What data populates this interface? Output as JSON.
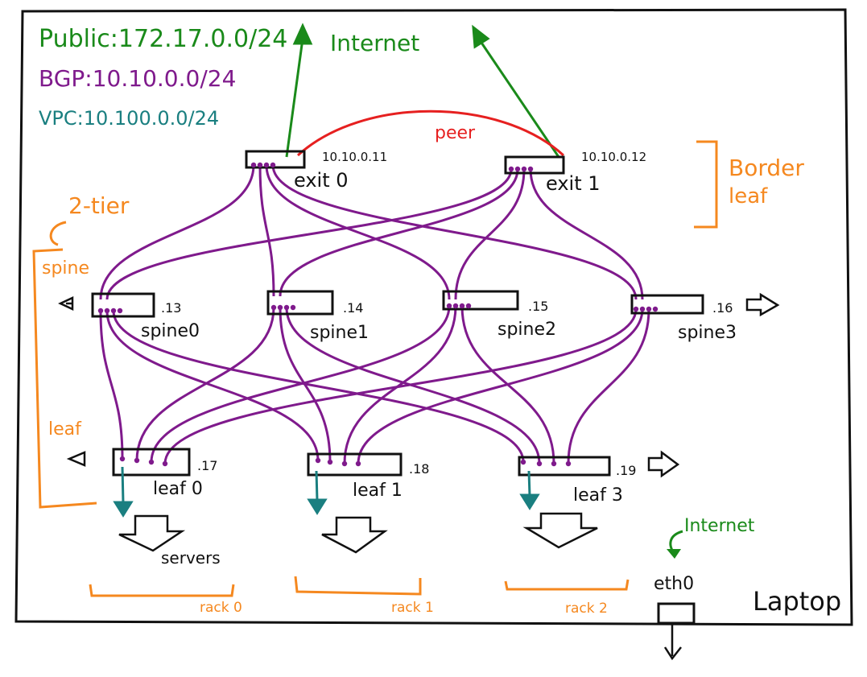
{
  "legend": {
    "public": "Public:172.17.0.0/24",
    "bgp": "BGP:10.10.0.0/24",
    "vpc": "VPC:10.100.0.0/24"
  },
  "internet_label": "Internet",
  "peer_label": "peer",
  "border_leaf": {
    "line1": "Border",
    "line2": "leaf"
  },
  "tier_label": "2-tier",
  "spine_label": "spine",
  "leaf_label": "leaf",
  "exits": [
    {
      "name": "exit 0",
      "ip": "10.10.0.11"
    },
    {
      "name": "exit 1",
      "ip": "10.10.0.12"
    }
  ],
  "spines": [
    {
      "name": "spine0",
      "ip": ".13"
    },
    {
      "name": "spine1",
      "ip": ".14"
    },
    {
      "name": "spine2",
      "ip": ".15"
    },
    {
      "name": "spine3",
      "ip": ".16"
    }
  ],
  "leaves": [
    {
      "name": "leaf 0",
      "ip": ".17"
    },
    {
      "name": "leaf 1",
      "ip": ".18"
    },
    {
      "name": "leaf 3",
      "ip": ".19"
    }
  ],
  "servers_label": "servers",
  "racks": [
    "rack 0",
    "rack 1",
    "rack 2"
  ],
  "laptop": {
    "label": "Laptop",
    "iface": "eth0",
    "internet": "Internet"
  },
  "colors": {
    "green": "#1a8a1a",
    "purple": "#7f1a8c",
    "teal": "#1a7f80",
    "orange": "#f5881f",
    "red": "#e62020",
    "black": "#111111"
  }
}
